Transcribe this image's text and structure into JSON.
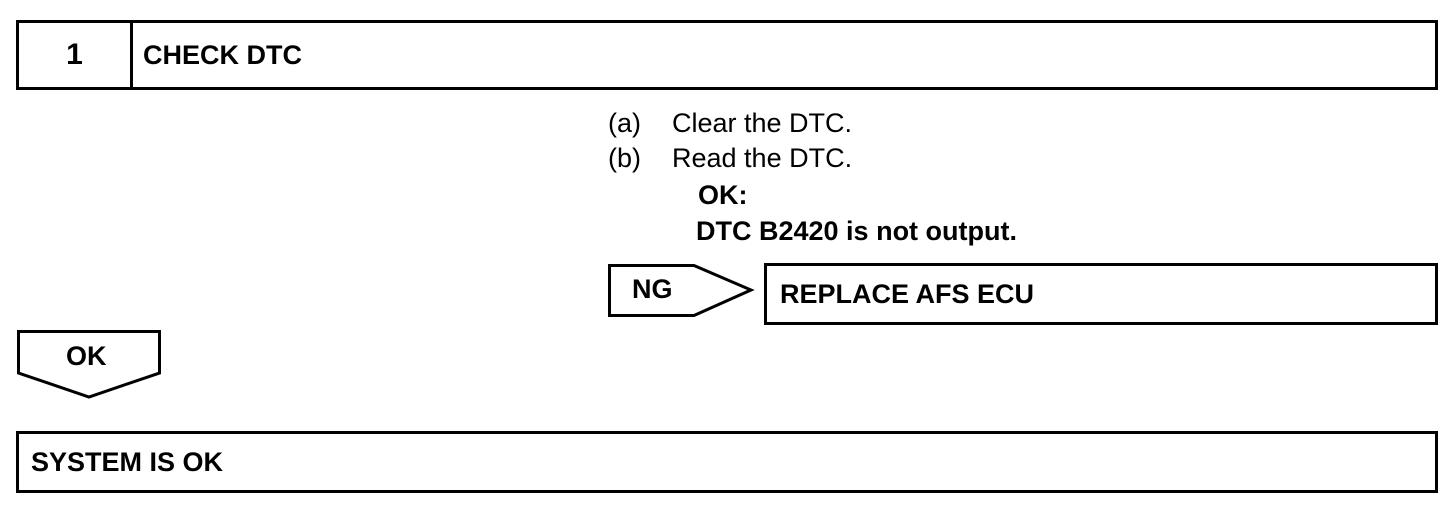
{
  "step": {
    "number": "1",
    "title": "CHECK DTC"
  },
  "instructions": [
    {
      "label": "(a)",
      "text": "Clear the DTC."
    },
    {
      "label": "(b)",
      "text": "Read the DTC."
    }
  ],
  "ok_criteria": {
    "heading": "OK:",
    "condition": "DTC B2420 is not output."
  },
  "ng_branch": {
    "label": "NG",
    "action": "REPLACE AFS ECU"
  },
  "ok_branch": {
    "label": "OK",
    "result": "SYSTEM IS OK"
  }
}
